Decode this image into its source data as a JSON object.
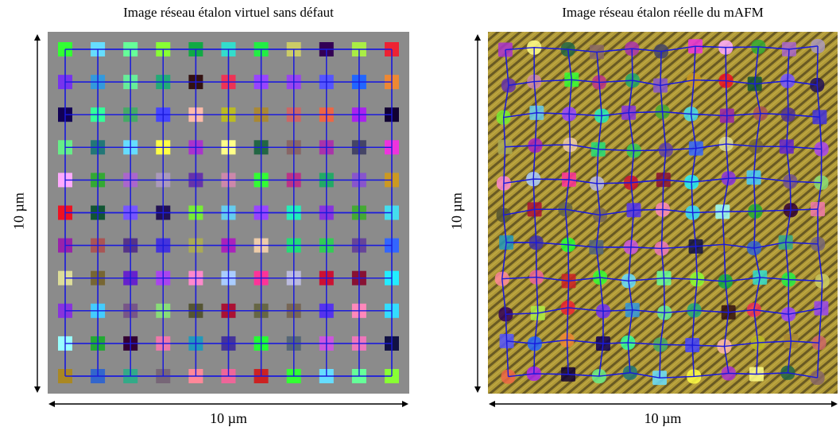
{
  "panels": [
    {
      "id": "virtual",
      "title": "Image réseau étalon virtuel sans défaut",
      "x_label": "10 µm",
      "y_label": "10 µm",
      "background": "#8a8a8a",
      "grid_line_color": "#1a1adc",
      "rows": 11,
      "cols": 11
    },
    {
      "id": "real",
      "title": "Image réseau étalon réelle du mAFM",
      "x_label": "10 µm",
      "y_label": "10 µm",
      "background": "#9c8a2e",
      "stripe_color": "#1e1a0a",
      "grid_line_color": "#1a1adc",
      "rows": 11,
      "cols": 11
    }
  ],
  "colors": {
    "arrow": "#000000"
  }
}
